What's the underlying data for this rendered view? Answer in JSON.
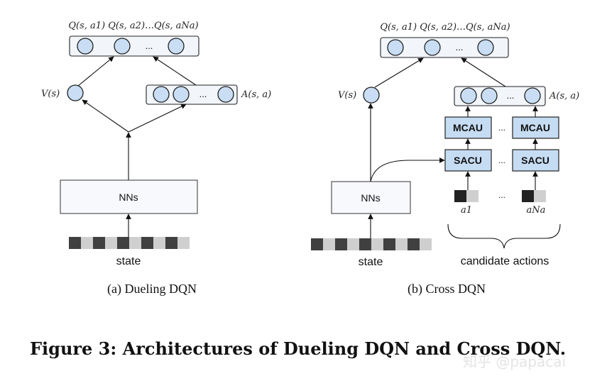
{
  "left": {
    "q_labels": "Q(s, a1) Q(s, a2)…Q(s, aNa)",
    "q_dots": "...",
    "v_label": "V(s)",
    "a_dots": "...",
    "a_label": "A(s, a)",
    "nn_label": "NNs",
    "state_label": "state",
    "subcaption": "(a)  Dueling DQN"
  },
  "right": {
    "q_labels": "Q(s, a1) Q(s, a2)…Q(s, aNa)",
    "q_dots": "...",
    "v_label": "V(s)",
    "a_dots": "...",
    "a_label": "A(s, a)",
    "mcau_label": "MCAU",
    "sacu_label": "SACU",
    "between_dots": "...",
    "nn_label": "NNs",
    "state_label": "state",
    "action_1": "a1",
    "action_n": "aNa",
    "candidate_label": "candidate actions",
    "subcaption": "(b)  Cross DQN"
  },
  "caption": "Figure 3: Architectures of Dueling DQN and Cross DQN.",
  "watermark": "知乎 @papacai"
}
